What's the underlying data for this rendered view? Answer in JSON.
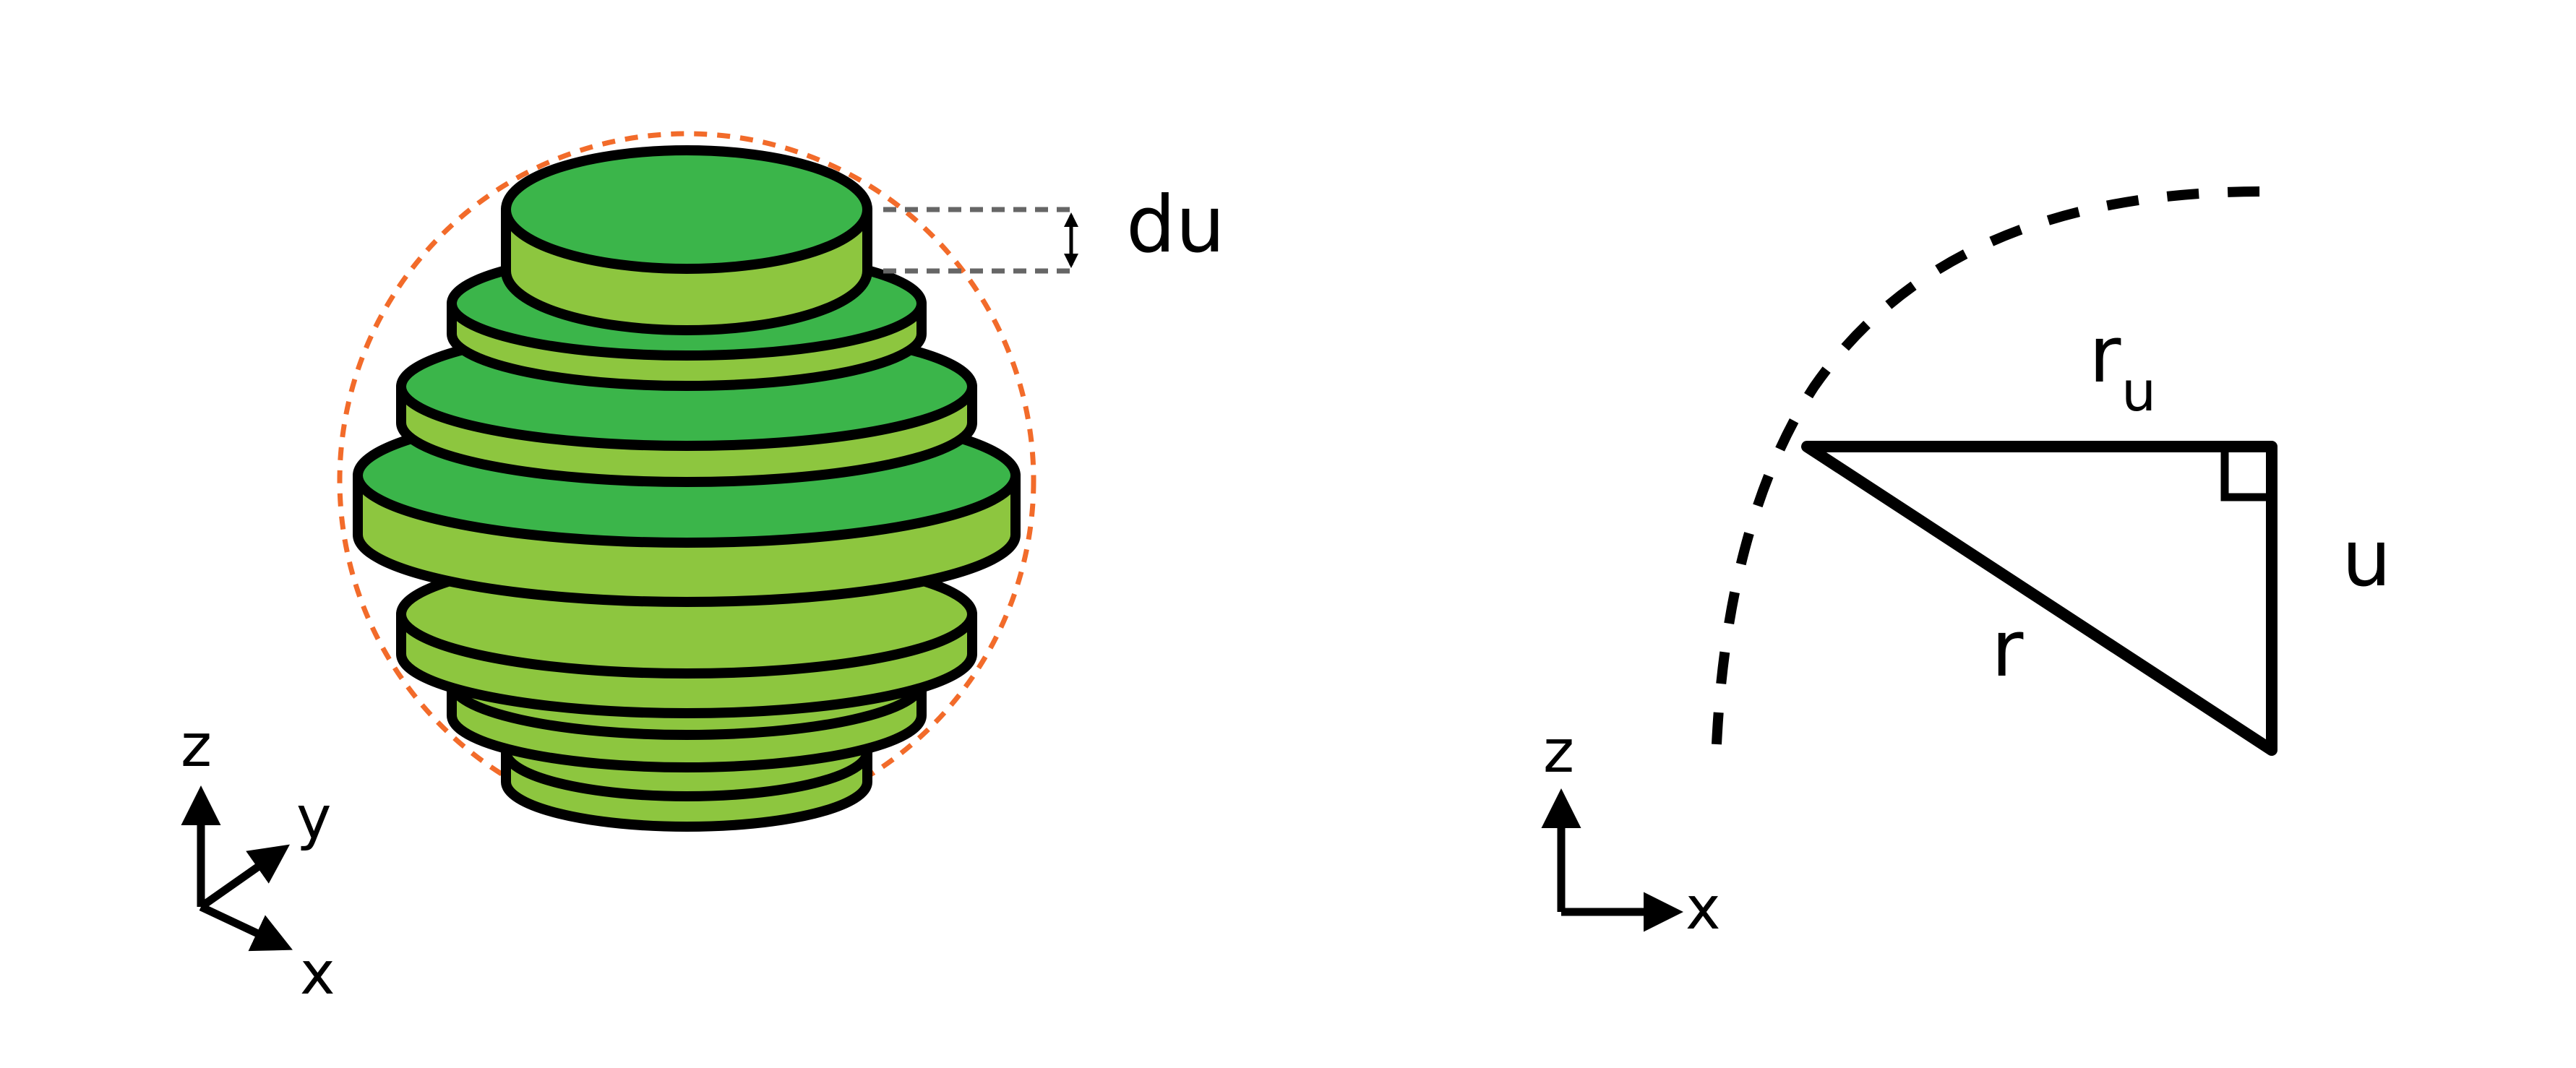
{
  "colors": {
    "disk_top": "#3bb54a",
    "disk_side": "#8dc63f",
    "outline": "#000000",
    "sphere_outline": "#f26b2a",
    "guide_line": "#666666"
  },
  "left_diagram": {
    "label_du": "du",
    "axis_z": "z",
    "axis_y": "y",
    "axis_x": "x"
  },
  "right_diagram": {
    "label_r_main": "r",
    "label_r_sub": "u",
    "label_u": "u",
    "label_r": "r",
    "axis_z": "z",
    "axis_x": "x"
  }
}
